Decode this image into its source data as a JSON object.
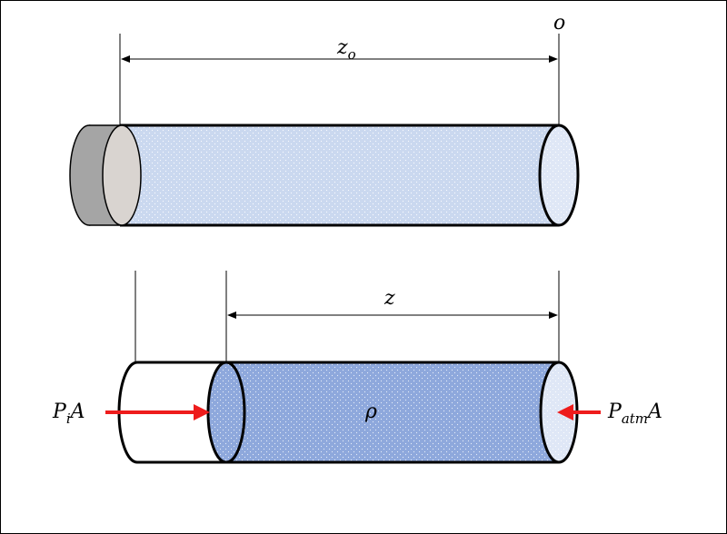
{
  "top_dimension_label": "z",
  "top_dimension_subscript": "o",
  "origin_label": "o",
  "bottom_dimension_label": "z",
  "density_label": "ρ",
  "left_force": {
    "base": "P",
    "subscript": "i",
    "suffix": "A"
  },
  "right_force": {
    "base": "P",
    "subscript": "atm",
    "suffix": "A"
  },
  "colors": {
    "fluid_top": "#cad8ef",
    "fluid_bottom": "#8ea8dc",
    "piston_dark": "#a5a5a5",
    "piston_light": "#d9d4d0",
    "force_arrow": "#ee1c1c"
  }
}
